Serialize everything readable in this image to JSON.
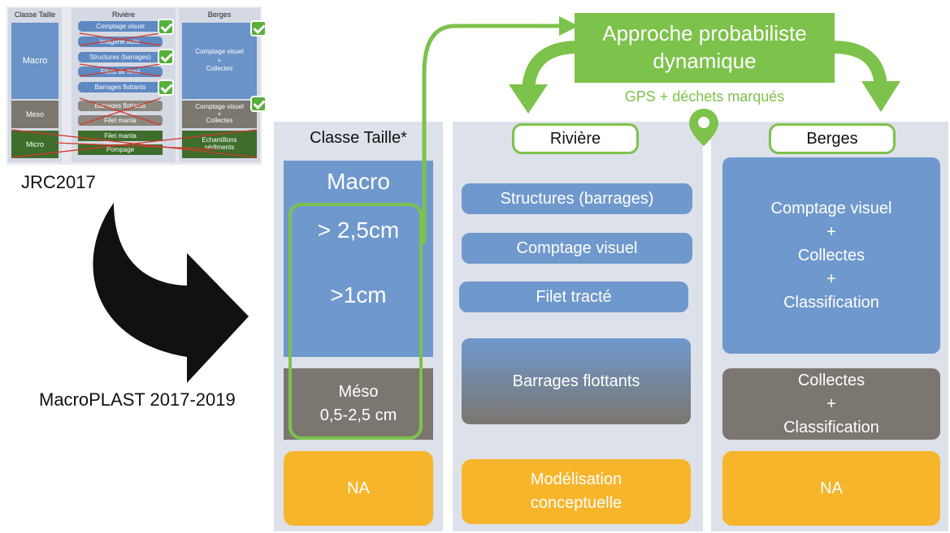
{
  "thumbnail": {
    "headers": [
      "Classe Taille",
      "Rivière",
      "Berges"
    ],
    "size_classes": [
      "Macro",
      "Méso",
      "Micro"
    ],
    "riviere_items": [
      "Comptage visuel",
      "Imagerie auto.",
      "Structures (barrages)",
      "Filets de fond",
      "Barrages flottants",
      "Barrages flottants",
      "Filet manta",
      "Filet manta",
      "Pompage"
    ],
    "berges_macro": "Comptage visuel\n+\nCollectes",
    "berges_meso": "Comptage visuel\n+\nCollectes",
    "berges_micro": "Echantillons\nsédiments"
  },
  "labels": {
    "jrc": "JRC2017",
    "macroplast": "MacroPLAST 2017-2019"
  },
  "approach": {
    "title": "Approche probabiliste\ndynamique",
    "subtitle": "GPS + déchets marqués"
  },
  "columns": {
    "classe": {
      "header": "Classe Taille*",
      "macro_title": "Macro",
      "macro_sizes": [
        "> 2,5cm",
        ">1cm"
      ],
      "meso": "Méso\n0,5-2,5 cm",
      "na": "NA"
    },
    "riviere": {
      "header": "Rivière",
      "items": [
        "Structures (barrages)",
        "Comptage visuel",
        "Filet tracté"
      ],
      "floating": "Barrages flottants",
      "model": "Modélisation\nconceptuelle"
    },
    "berges": {
      "header": "Berges",
      "macro": "Comptage visuel\n+\nCollectes\n+\nClassification",
      "meso": "Collectes\n+\nClassification",
      "na": "NA"
    }
  },
  "colors": {
    "green": "#7dc24b",
    "blue": "#6f98cd",
    "gray": "#7b7670",
    "orange": "#f7b52b",
    "panel": "#dde1ea"
  }
}
